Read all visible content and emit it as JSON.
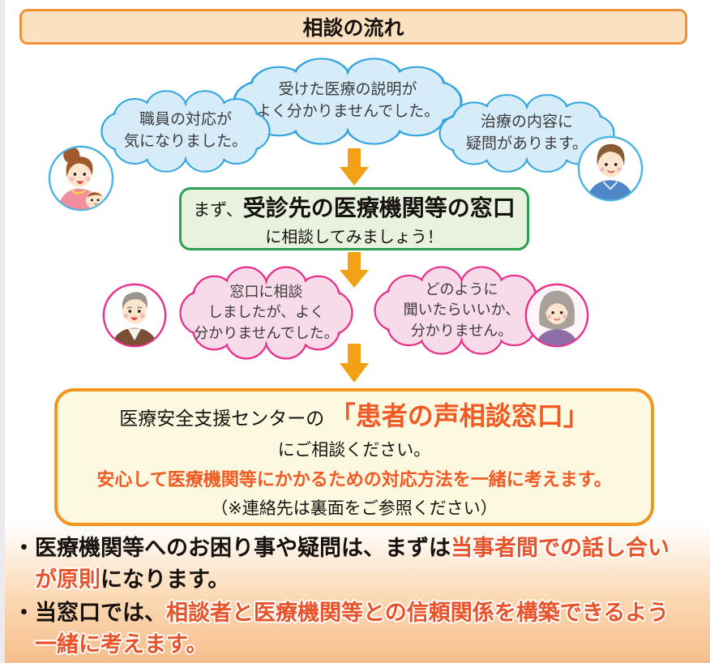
{
  "page": {
    "title": "相談の流れ"
  },
  "clouds": {
    "left": "職員の対応が\n気になりました。",
    "center": "受けた医療の説明が\nよく分かりませんでした。",
    "right": "治療の内容に\n疑問があります。"
  },
  "green_box": {
    "prefix": "まず、",
    "emphasis": "受診先の医療機関等の窓口",
    "line2": "に相談してみましょう！"
  },
  "pink_bubbles": {
    "left": "窓口に相談\nしましたが、よく\n分かりませんでした。",
    "right": "どのように\n聞いたらいいか、\n分かりません。"
  },
  "orange_box": {
    "line1_prefix": "医療安全支援センターの",
    "line1_emphasis": "「患者の声相談窓口」",
    "line2": "にご相談ください。",
    "line3": "安心して医療機関等にかかるための対応方法を一緒に考えます。",
    "line4": "（※連絡先は裏面をご参照ください）"
  },
  "notes": [
    {
      "bullet": "・",
      "pre": "医療機関等へのお困り事や疑問は、まずは",
      "em": "当事者間での話し合いが原則",
      "post": "になります。"
    },
    {
      "bullet": "・",
      "pre": "当窓口では、",
      "em": "相談者と医療機関等との信頼関係を構築できるよう一緒に考えます。",
      "post": ""
    }
  ],
  "avatars": {
    "top_left": "mother-with-baby",
    "top_right": "young-man",
    "middle_left": "older-man",
    "middle_right": "older-woman"
  },
  "colors": {
    "title_border_orange": "#ef9138",
    "title_fill": "#fbe1bf",
    "accent_box_orange": "#f3961f",
    "emphasis_text_orange": "#f15a24",
    "note_highlight_red": "#e9532a",
    "arrow_orange": "#f2a115",
    "cloud_blue_stroke": "#35a6de",
    "cloud_blue_fill": "#d6edf9",
    "bubble_pink_stroke": "#e9308a",
    "bubble_pink_fill": "#f8dbe9",
    "green_box_stroke": "#2ba052",
    "green_box_fill": "#e9f2df",
    "bottom_gradient_orange": "#f6be8c"
  }
}
